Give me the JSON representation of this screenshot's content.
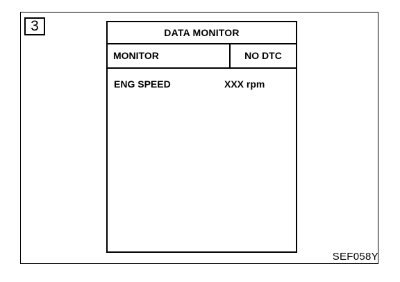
{
  "step_number": "3",
  "screen": {
    "title": "DATA MONITOR",
    "header": {
      "monitor_label": "MONITOR",
      "status_label": "NO DTC"
    },
    "rows": [
      {
        "item": "ENG SPEED",
        "value": "XXX rpm"
      }
    ]
  },
  "figure_code": "SEF058Y"
}
